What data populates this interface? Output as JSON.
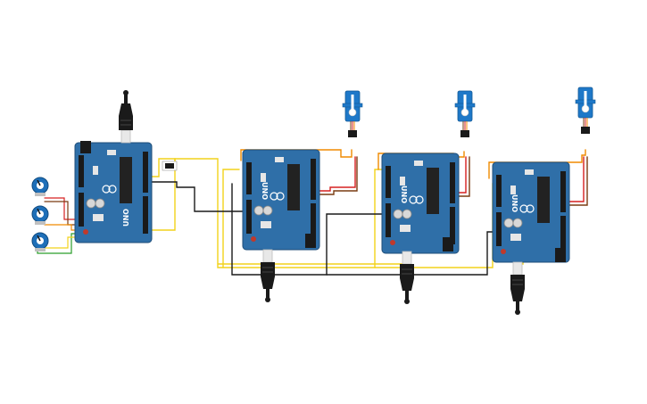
{
  "canvas": {
    "background": "#ffffff"
  },
  "colors": {
    "board": "#2f6fa8",
    "board_dark": "#1f4e79",
    "header": "#1a1a1a",
    "wire_yellow": "#f2d21b",
    "wire_black": "#1a1a1a",
    "wire_red": "#d62020",
    "wire_orange": "#f08a00",
    "wire_brown": "#7a3b12",
    "wire_green": "#2a9d2a",
    "usb_silver": "#d9d9d9",
    "servo_blue": "#1e78c8",
    "pot_blue": "#1e6fb8"
  },
  "boards": [
    {
      "label": "UNO",
      "role": "controller"
    },
    {
      "label": "UNO",
      "role": "servo-node-1"
    },
    {
      "label": "UNO",
      "role": "servo-node-2"
    },
    {
      "label": "UNO",
      "role": "servo-node-3"
    }
  ],
  "chip_label": "",
  "components": {
    "potentiometers": [
      {
        "icon": "potentiometer-icon"
      },
      {
        "icon": "potentiometer-icon"
      },
      {
        "icon": "potentiometer-icon"
      }
    ],
    "servos": [
      {
        "icon": "micro-servo-icon"
      },
      {
        "icon": "micro-servo-icon"
      },
      {
        "icon": "micro-servo-icon"
      }
    ],
    "usb_cables": [
      {
        "icon": "usb-plug-icon"
      },
      {
        "icon": "usb-plug-icon"
      },
      {
        "icon": "usb-plug-icon"
      },
      {
        "icon": "usb-plug-icon"
      }
    ]
  }
}
